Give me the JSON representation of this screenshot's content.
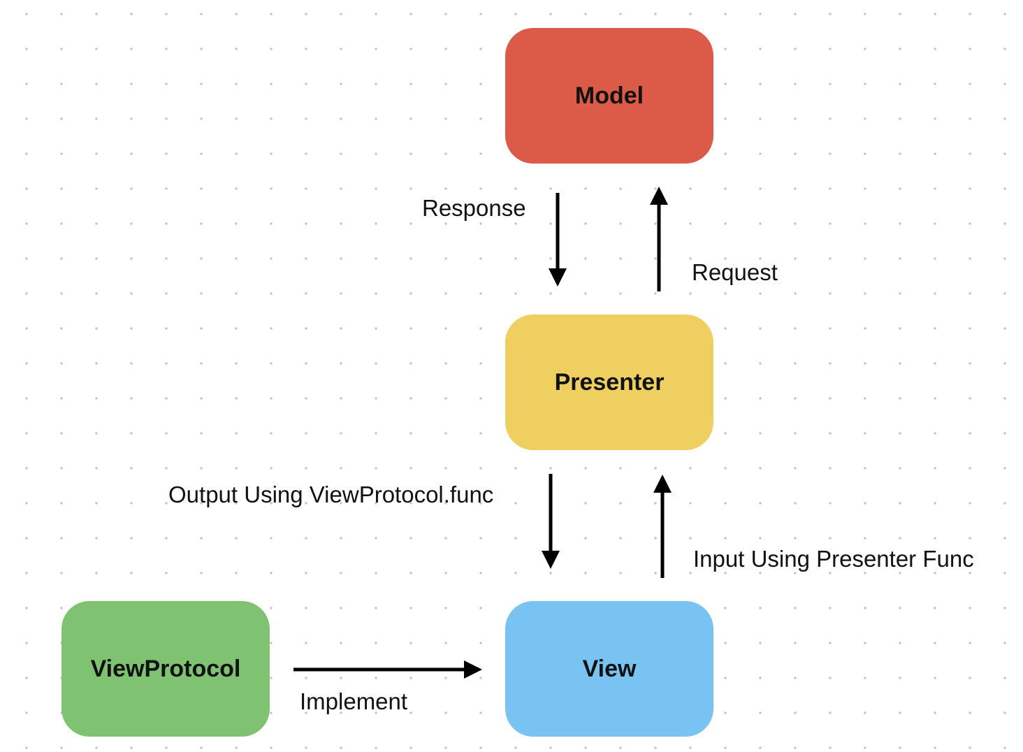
{
  "nodes": {
    "model": {
      "label": "Model",
      "color": "#DB5B48"
    },
    "presenter": {
      "label": "Presenter",
      "color": "#F0CF61"
    },
    "view": {
      "label": "View",
      "color": "#78C3F1"
    },
    "view_protocol": {
      "label": "ViewProtocol",
      "color": "#7FC372"
    }
  },
  "edges": {
    "response": {
      "label": "Response",
      "from": "Model",
      "to": "Presenter"
    },
    "request": {
      "label": "Request",
      "from": "Presenter",
      "to": "Model"
    },
    "output": {
      "label": "Output Using ViewProtocol.func",
      "from": "Presenter",
      "to": "View"
    },
    "input": {
      "label": "Input Using Presenter Func",
      "from": "View",
      "to": "Presenter"
    },
    "implement": {
      "label": "Implement",
      "from": "ViewProtocol",
      "to": "View"
    }
  }
}
